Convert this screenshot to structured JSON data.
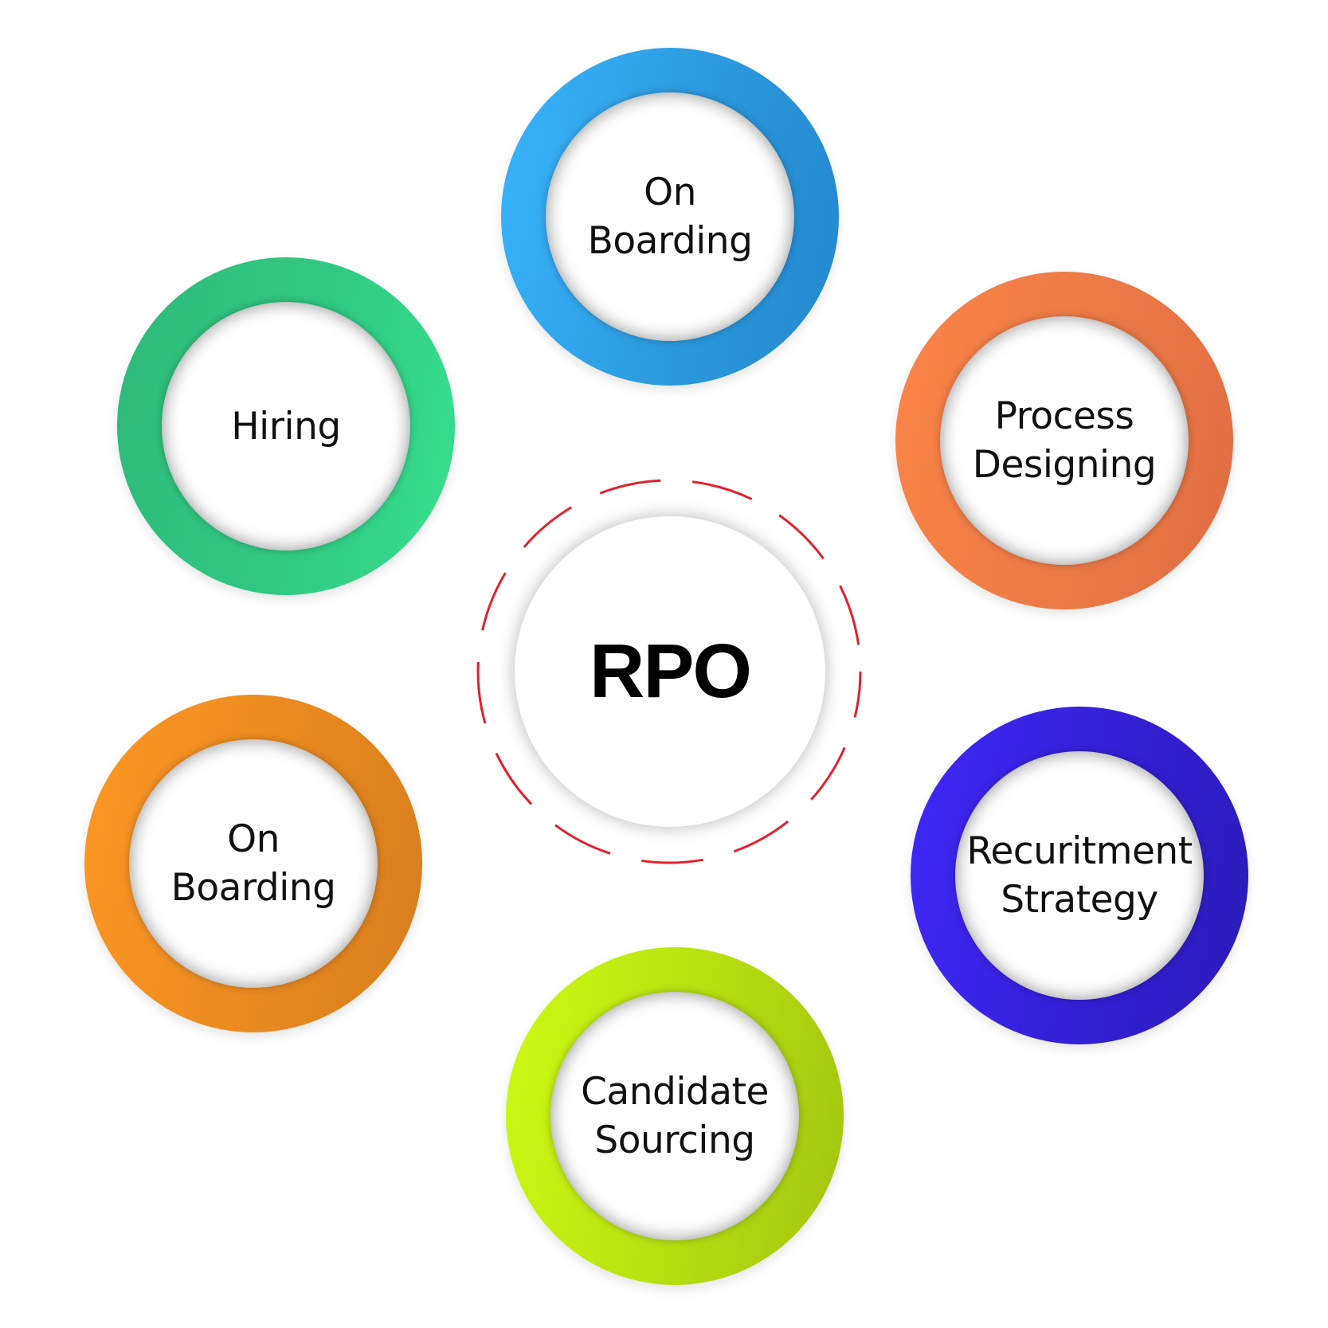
{
  "center": {
    "label": "RPO",
    "dash_color": "#e4202b"
  },
  "nodes": [
    {
      "id": "on-boarding-top",
      "lines": [
        "On",
        "Boarding"
      ],
      "color": "#2a97dc"
    },
    {
      "id": "process-designing",
      "lines": [
        "Process",
        "Designing"
      ],
      "color": "#ec7a47"
    },
    {
      "id": "recuritment-strategy",
      "lines": [
        "Recuritment",
        "Strategy"
      ],
      "color": "#3320d6"
    },
    {
      "id": "candidate-sourcing",
      "lines": [
        "Candidate",
        "Sourcing"
      ],
      "color": "#b6df10"
    },
    {
      "id": "on-boarding-left",
      "lines": [
        "On",
        "Boarding"
      ],
      "color": "#ea8a20"
    },
    {
      "id": "hiring",
      "lines": [
        "Hiring"
      ],
      "color": "#30c982"
    }
  ]
}
